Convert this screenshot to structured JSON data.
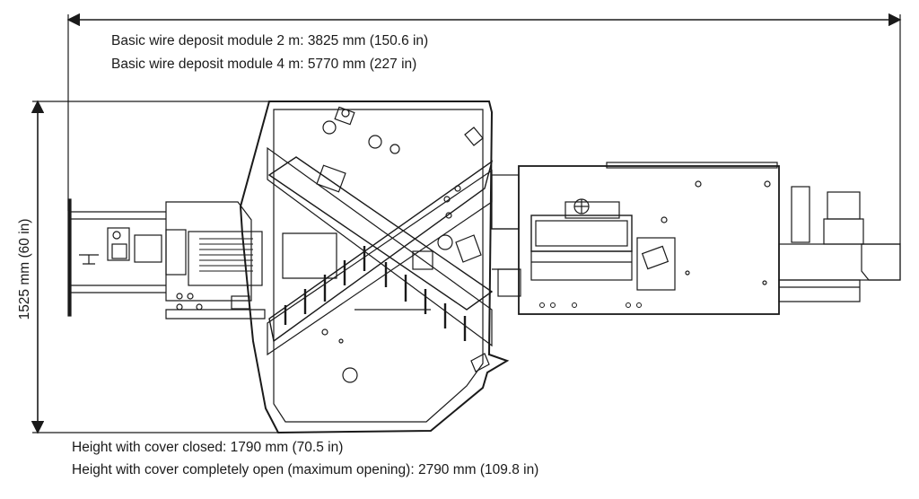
{
  "dimensions": {
    "width_line_1": "Basic wire deposit module 2 m: 3825 mm (150.6 in)",
    "width_line_2": "Basic wire deposit module 4 m: 5770 mm (227 in)",
    "height_label": "1525 mm (60 in)",
    "bottom_line_1": "Height with cover closed: 1790 mm (70.5 in)",
    "bottom_line_2": "Height with cover completely open (maximum opening): 2790 mm (109.8 in)"
  },
  "colors": {
    "line": "#1a1a1a",
    "background": "#ffffff"
  }
}
